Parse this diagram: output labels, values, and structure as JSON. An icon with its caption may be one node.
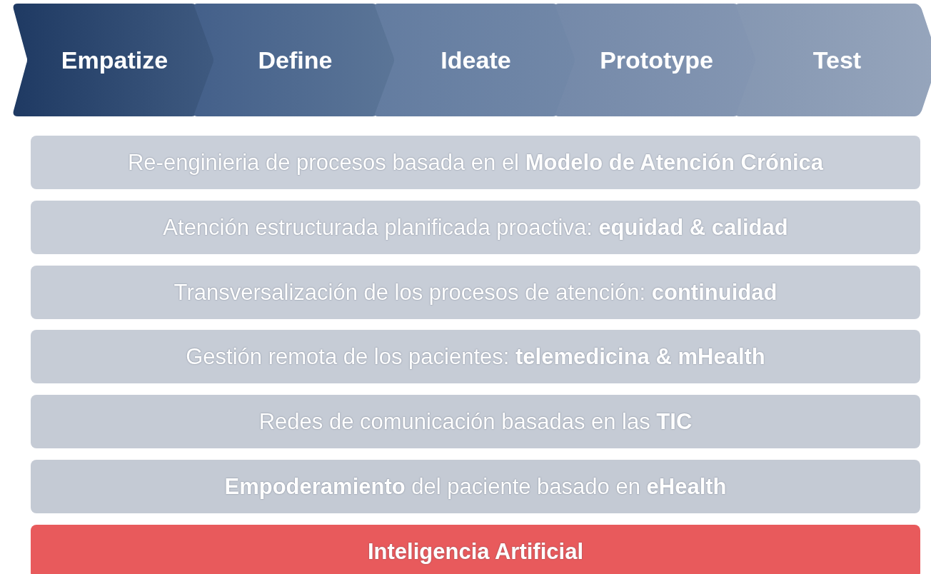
{
  "diagram": {
    "nodes": [
      {
        "text": [
          "Empatize"
        ]
      },
      {
        "text": [
          "Define"
        ]
      },
      {
        "text": [
          "Ideate"
        ]
      },
      {
        "text": [
          "Prototype"
        ]
      },
      {
        "text": [
          "Test"
        ]
      },
      {
        "text": [
          "Re-enginieria de procesos basada en el **Modelo de Atención Crónica**"
        ]
      },
      {
        "text": [
          "Atención estructurada planificada proactiva: **equidad & calidad**"
        ]
      },
      {
        "text": [
          "Transversalización de los procesos de atención: **continuidad**"
        ]
      },
      {
        "text": [
          "Gestión remota de los pacientes: **telemedicina & mHealth**"
        ]
      },
      {
        "text": [
          "Redes de comunicación basadas en las **TIC**"
        ]
      },
      {
        "text": [
          "**Empoderamiento** del paciente basado en **eHealth**"
        ]
      },
      {
        "text": [
          "Inteligencia Artificial"
        ]
      }
    ]
  }
}
